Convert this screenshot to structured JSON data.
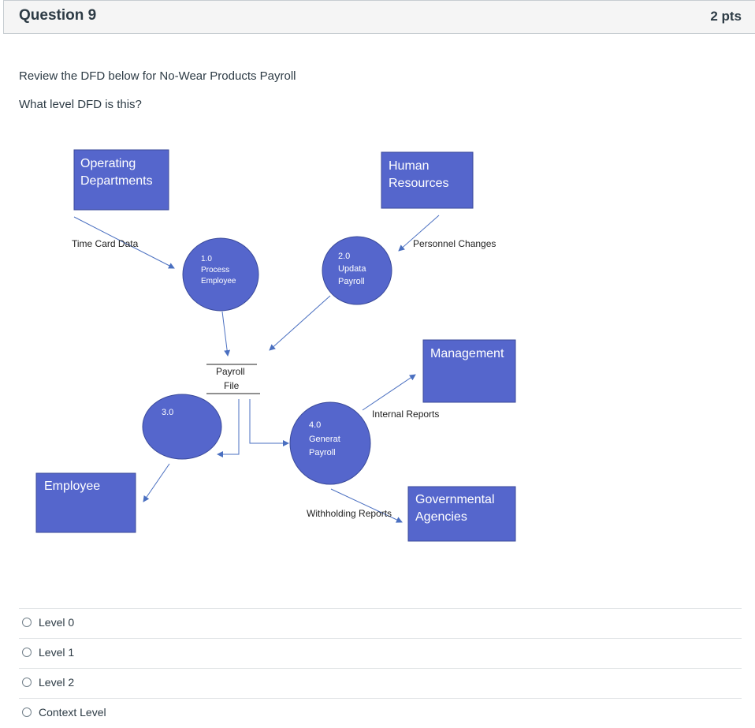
{
  "question": {
    "title": "Question 9",
    "points": "2 pts",
    "prompt": "Review the DFD below for No-Wear Products Payroll",
    "subprompt": "What level DFD is this?"
  },
  "diagram": {
    "colors": {
      "fill": "#5566cc",
      "stroke": "#3a4a9a",
      "arrow": "#4a6fc0"
    },
    "entities": {
      "operating_departments": [
        "Operating",
        "Departments"
      ],
      "human_resources": [
        "Human",
        "Resources"
      ],
      "management": "Management",
      "employee": "Employee",
      "governmental_agencies": [
        "Governmental",
        "Agencies"
      ]
    },
    "processes": {
      "p1": [
        "1.0",
        "Process",
        "Employee"
      ],
      "p2": [
        "2.0",
        "Updata",
        "Payroll"
      ],
      "p3": [
        "3.0"
      ],
      "p4": [
        "4.0",
        "Generat",
        "Payroll"
      ]
    },
    "data_store": [
      "Payroll",
      "File"
    ],
    "flows": {
      "time_card_data": "Time Card Data",
      "personnel_changes": "Personnel Changes",
      "internal_reports": "Internal Reports",
      "withholding_reports": "Withholding Reports"
    }
  },
  "answers": [
    {
      "label": "Level 0"
    },
    {
      "label": "Level 1"
    },
    {
      "label": "Level 2"
    },
    {
      "label": "Context Level"
    }
  ]
}
